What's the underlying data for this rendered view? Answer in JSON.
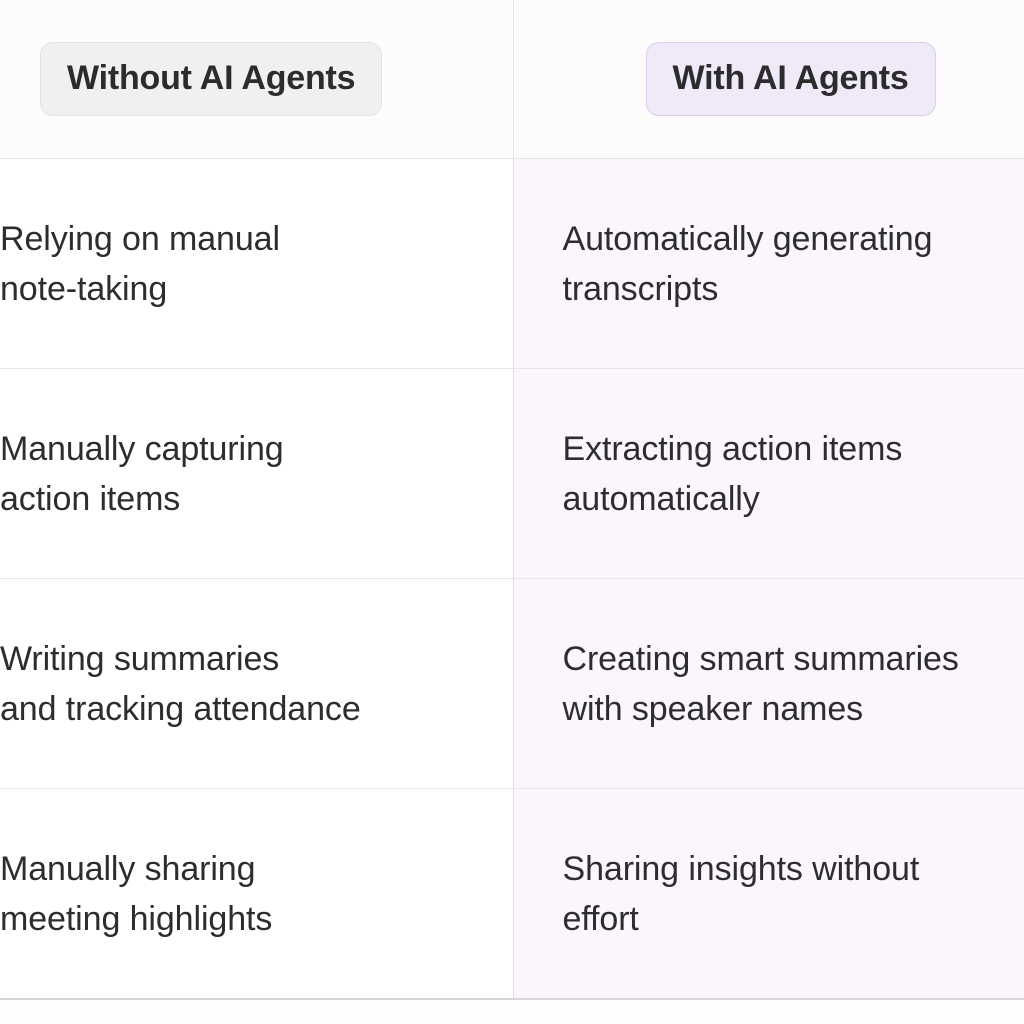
{
  "theme": {
    "page_background": "#fdfdfd",
    "header_background": "#fcfcfd",
    "left_column_background": "#ffffff",
    "right_column_background": "#faf6fb",
    "accent_pill_background": "#efe9f8",
    "accent_pill_border": "#d8cdea",
    "plain_pill_background": "#f0f0f0",
    "plain_pill_border": "#e3e3e3",
    "grid_line": "#e6e6e8",
    "text_color": "#2d2d2f"
  },
  "table": {
    "headers": {
      "left": "Without AI Agents",
      "right": "With AI Agents"
    },
    "rows": [
      {
        "left": {
          "line1": "Relying on manual",
          "line2": "note-taking"
        },
        "right": {
          "line1": "Automatically generating",
          "line2": "transcripts"
        }
      },
      {
        "left": {
          "line1": "Manually capturing",
          "line2": "action items"
        },
        "right": {
          "line1": "Extracting action items",
          "line2": "automatically"
        }
      },
      {
        "left": {
          "line1": "Writing summaries",
          "line2": "and tracking attendance"
        },
        "right": {
          "line1": "Creating smart summaries",
          "line2": "with speaker names"
        }
      },
      {
        "left": {
          "line1": "Manually sharing",
          "line2": "meeting highlights"
        },
        "right": {
          "line1": "Sharing insights without",
          "line2": "effort"
        }
      }
    ]
  }
}
